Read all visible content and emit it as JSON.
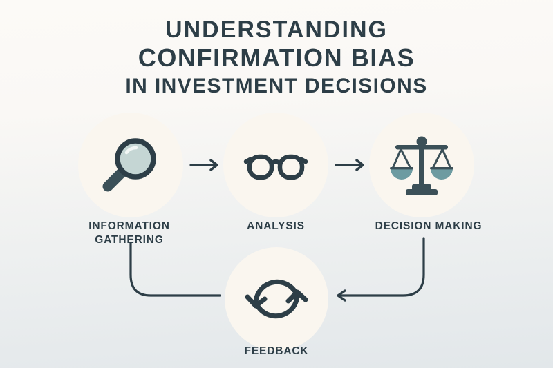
{
  "theme": {
    "ink": "#2d3e47",
    "circle_fill": "#faf6ef",
    "accent_teal": "#6d9ba1",
    "lens_fill": "#c5d6d4",
    "bg_top": "#fcfaf7",
    "bg_bottom": "#e2e7ea"
  },
  "title": {
    "line1": "UNDERSTANDING",
    "line2": "CONFIRMATION BIAS",
    "line3": "IN INVESTMENT DECISIONS"
  },
  "steps": [
    {
      "id": "information-gathering",
      "label": "INFORMATION\nGATHERING",
      "icon": "magnifying-glass-icon"
    },
    {
      "id": "analysis",
      "label": "ANALYSIS",
      "icon": "eyeglasses-icon"
    },
    {
      "id": "decision-making",
      "label": "DECISION MAKING",
      "icon": "balance-scales-icon"
    },
    {
      "id": "feedback",
      "label": "FEEDBACK",
      "icon": "refresh-cycle-icon"
    }
  ],
  "connectors": [
    {
      "id": "info-to-analysis",
      "from": "information-gathering",
      "to": "analysis",
      "style": "straight",
      "arrowhead": "right"
    },
    {
      "id": "analysis-to-decision",
      "from": "analysis",
      "to": "decision-making",
      "style": "straight",
      "arrowhead": "right"
    },
    {
      "id": "decision-to-feedback",
      "from": "decision-making",
      "to": "feedback",
      "style": "curved",
      "arrowhead": "left"
    },
    {
      "id": "feedback-to-info",
      "from": "feedback",
      "to": "information-gathering",
      "style": "curved",
      "arrowhead": "none"
    }
  ]
}
